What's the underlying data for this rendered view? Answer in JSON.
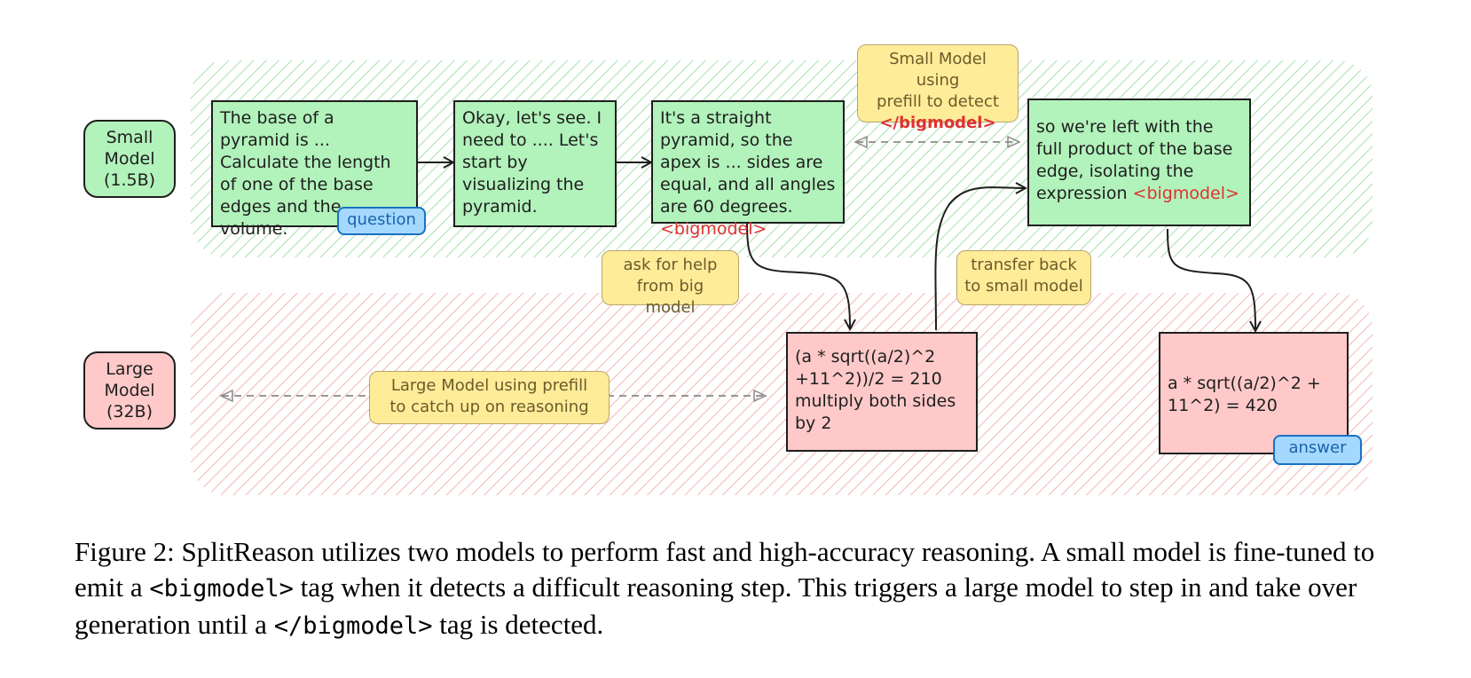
{
  "lanes": {
    "small": {
      "label_lines": [
        "Small",
        "Model",
        "(1.5B)"
      ]
    },
    "large": {
      "label_lines": [
        "Large",
        "Model",
        "(32B)"
      ]
    }
  },
  "boxes": {
    "question_box": {
      "text": "The base of a pyramid is ... Calculate the length of one of the base edges and the volume."
    },
    "okay_box": {
      "text": "Okay, let's see. I need to .... Let's start by visualizing the pyramid."
    },
    "straight_box": {
      "text": "It's a straight pyramid, so the apex is ... sides are equal, and all angles are 60 degrees.",
      "tag": "<bigmodel>"
    },
    "leftwith_box": {
      "text": "so we're left with the full product of the base edge, isolating the expression",
      "tag": "<bigmodel>"
    },
    "large_calc_box": {
      "text": "(a * sqrt((a/2)^2 +11^2))/2 = 210 multiply both sides by 2"
    },
    "large_answer_box": {
      "text": "a * sqrt((a/2)^2 + 11^2) = 420"
    }
  },
  "badges": {
    "question": "question",
    "answer": "answer"
  },
  "notes": {
    "prefill_detect": {
      "line1": "Small Model using",
      "line2": "prefill to detect",
      "tag": "</bigmodel>"
    },
    "ask_help": {
      "line1": "ask for help",
      "line2": "from big model"
    },
    "transfer_back": {
      "line1": "transfer back",
      "line2": "to small model"
    },
    "catch_up": {
      "line1": "Large Model using prefill",
      "line2": "to catch up on reasoning"
    }
  },
  "colors": {
    "small_lane": "#b2f2bb",
    "large_lane": "#ffc9c9",
    "note": "#ffec99",
    "badge": "#a5d8ff",
    "tag": "#e03131"
  },
  "caption": {
    "prefix": "Figure 2: SplitReason utilizes two models to perform fast and high-accuracy reasoning. A small model is fine-tuned to emit a ",
    "tag1": "<bigmodel>",
    "middle": " tag when it detects a difficult reasoning step. This triggers a large model to step in and take over generation until a ",
    "tag2": "</bigmodel>",
    "suffix": " tag is detected."
  }
}
